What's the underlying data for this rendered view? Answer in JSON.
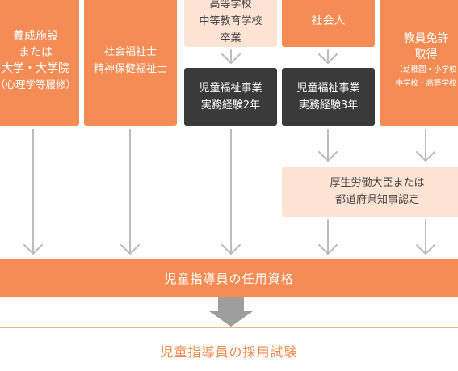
{
  "boxes": {
    "facility": [
      "養成施設",
      "または",
      "大学・大学院",
      "（心理学等履修）"
    ],
    "social_worker": [
      "社会福祉士",
      "精神保健福祉士"
    ],
    "highschool": [
      "高等学校",
      "中等教育学校",
      "卒業"
    ],
    "working_adult": [
      "社会人"
    ],
    "teacher_license": [
      "教員免許",
      "取得",
      "（幼稚園・小学校",
      "中学校・高等学校"
    ],
    "experience_2yr": [
      "児童福祉事業",
      "実務経験2年"
    ],
    "experience_3yr": [
      "児童福祉事業",
      "実務経験3年"
    ],
    "ministry": [
      "厚生労働大臣または",
      "都道府県知事認定"
    ]
  },
  "bar_label": "児童指導員の任用資格",
  "exam_label": "児童指導員の採用試験",
  "colors": {
    "orange": "#f58c55",
    "light": "#fde3d3",
    "dark": "#3a3a3a",
    "arrow": "#bdbdbd",
    "down_arrow": "#9e9e9e"
  }
}
